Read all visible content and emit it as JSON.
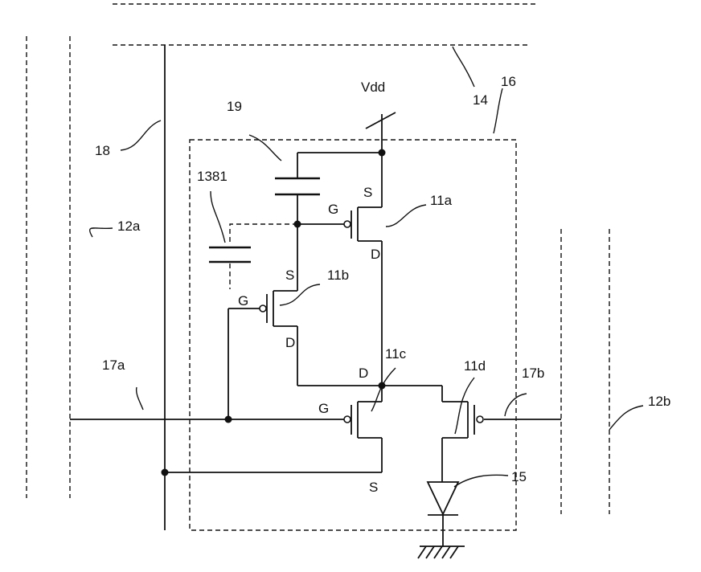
{
  "diagram": {
    "labels": {
      "vdd": "Vdd",
      "ref_14": "14",
      "ref_16": "16",
      "ref_19": "19",
      "ref_18": "18",
      "ref_1381": "1381",
      "ref_12a": "12a",
      "ref_12b": "12b",
      "ref_11a": "11a",
      "ref_11b": "11b",
      "ref_11c": "11c",
      "ref_11d": "11d",
      "ref_17a": "17a",
      "ref_17b": "17b",
      "ref_15": "15"
    },
    "terminals": {
      "t11a_source": "S",
      "t11a_gate": "G",
      "t11a_drain": "D",
      "t11b_source": "S",
      "t11b_gate": "G",
      "t11b_drain": "D",
      "t11c_drain": "D",
      "t11c_gate": "G",
      "t11c_source": "S"
    }
  }
}
